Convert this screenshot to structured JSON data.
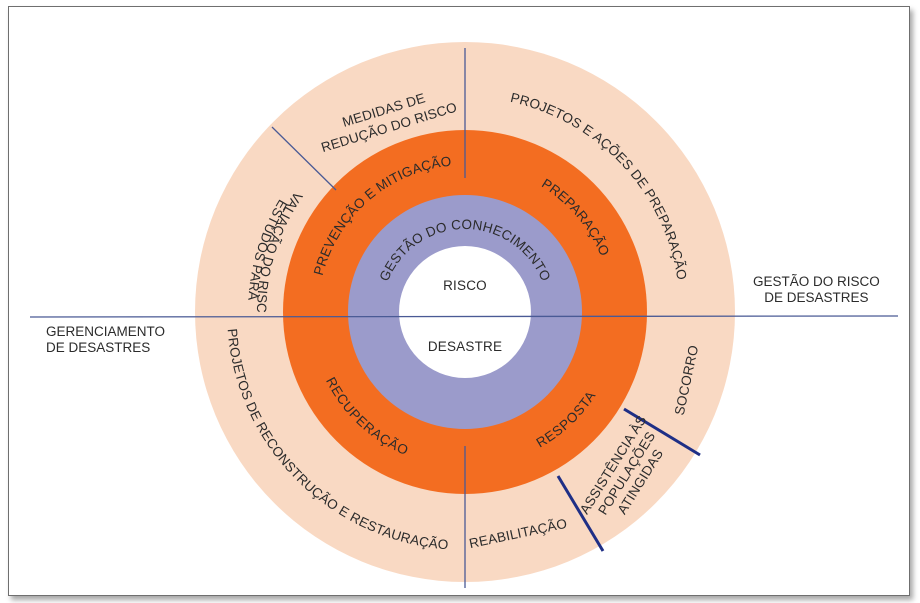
{
  "diagram": {
    "colors": {
      "outer_ring": "#f9d9c3",
      "middle_ring": "#f36d21",
      "inner_ring": "#9b9bcb",
      "center": "#ffffff",
      "divider": "#4a5a95",
      "thick_divider": "#1f2f86"
    },
    "center": {
      "top": "RISCO",
      "bottom": "DESASTRE"
    },
    "inner_ring": {
      "label": "GESTÃO DO CONHECIMENTO"
    },
    "middle_ring": {
      "prevention": "PREVENÇÃO E MITIGAÇÃO",
      "preparation": "PREPARAÇÃO",
      "recovery": "RECUPERAÇÃO",
      "response": "RESPOSTA"
    },
    "outer_ring": {
      "measures_line1": "MEDIDAS DE",
      "measures_line2": "REDUÇÃO DO RISCO",
      "studies_line1": "ESTUDOS PARA",
      "studies_line2": "AVALIAÇÃO DO RISCO",
      "projects_preparation": "PROJETOS E AÇÕES DE PREPARAÇÃO",
      "projects_reconstruction": "PROJETOS DE RECONSTRUÇÃO E RESTAURAÇÃO",
      "rehabilitation": "REABILITAÇÃO",
      "assistance_line1": "ASSISTÊNCIA ÀS",
      "assistance_line2": "POPULAÇÕES",
      "assistance_line3": "ATINGIDAS",
      "relief": "SOCORRO"
    },
    "side_labels": {
      "risk_management_line1": "GESTÃO DO RISCO",
      "risk_management_line2": "DE DESASTRES",
      "disaster_management_line1": "GERENCIAMENTO",
      "disaster_management_line2": "DE DESASTRES"
    }
  }
}
